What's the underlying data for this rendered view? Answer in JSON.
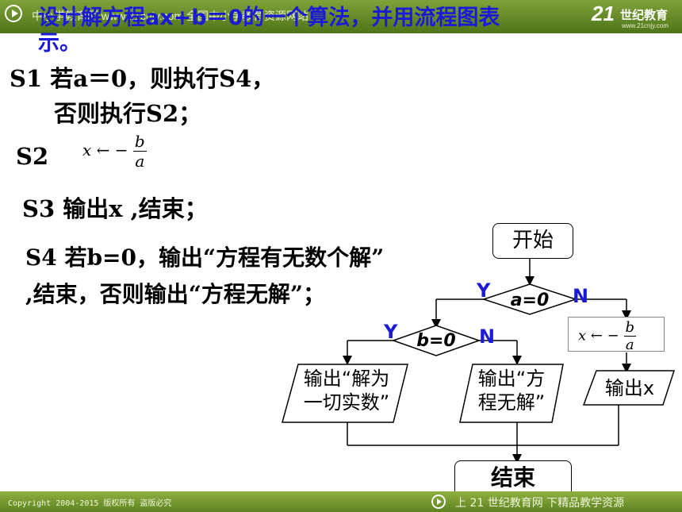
{
  "header": {
    "site_text": "中小学教育网 www.21cnjy.com 全国中小学教育资源网站",
    "logo_number": "21",
    "logo_text": "世纪教育",
    "logo_url": "www.21cnjy.com"
  },
  "slide": {
    "title_line1": "设计解方程ax+b＝0的一个算法，并用流程图表",
    "title_line2": "示。",
    "s1_line1": "S1  若a＝0，则执行S4，",
    "s1_line2": "否则执行S2；",
    "s2_label": "S2",
    "formula_lhs": "x ← −",
    "formula_num": "b",
    "formula_den": "a",
    "s3": "S3   输出x ,结束；",
    "s4": "S4   若b=0，输出“方程有无数个解” ,结束，否则输出“方程无解”；"
  },
  "flowchart": {
    "start": "开始",
    "cond1": "a=0",
    "cond2": "b=0",
    "yes": "Y",
    "no": "N",
    "assign_lhs": "x ← −",
    "assign_num": "b",
    "assign_den": "a",
    "out_all_line1": "输出“解为",
    "out_all_line2": "一切实数”",
    "out_none_line1": "输出“方",
    "out_none_line2": "程无解”",
    "out_x": "输出x",
    "end": "结束"
  },
  "footer": {
    "copyright": "Copyright 2004-2015 版权所有 盗版必究",
    "right_text": "上 21 世纪教育网  下精品教学资源"
  }
}
